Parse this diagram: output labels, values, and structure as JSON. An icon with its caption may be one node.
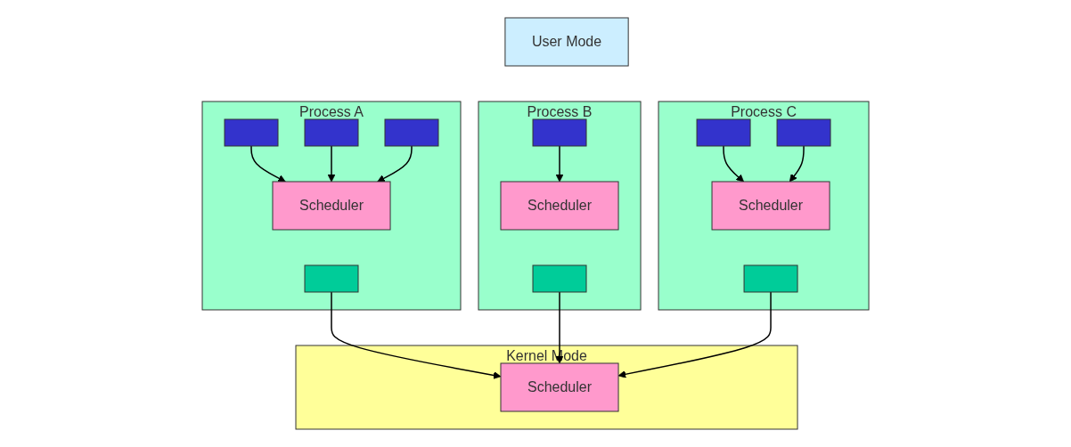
{
  "diagram": {
    "nodes": [
      {
        "text": [
          "User Mode"
        ]
      },
      {
        "text": [
          "Process A"
        ]
      },
      {
        "text": [],
        "shape": "bar",
        "in": 1
      },
      {
        "text": [],
        "shape": "bar",
        "in": 1
      },
      {
        "text": [],
        "shape": "bar",
        "in": 1
      },
      {
        "text": [
          "Scheduler"
        ],
        "in": 1
      },
      {
        "text": [],
        "shape": "bar",
        "in": 1
      },
      {
        "text": [
          "Process B"
        ]
      },
      {
        "text": [],
        "shape": "bar",
        "in": 7
      },
      {
        "text": [
          "Scheduler"
        ],
        "in": 7
      },
      {
        "text": [],
        "shape": "bar",
        "in": 7
      },
      {
        "text": [
          "Process C"
        ]
      },
      {
        "text": [],
        "shape": "bar",
        "in": 11
      },
      {
        "text": [],
        "shape": "bar",
        "in": 11
      },
      {
        "text": [
          "Scheduler"
        ],
        "in": 11
      },
      {
        "text": [],
        "shape": "bar",
        "in": 11
      },
      {
        "text": [
          "Kernel Mode"
        ]
      },
      {
        "text": [
          "Scheduler"
        ],
        "in": 16
      }
    ],
    "edges": [
      {
        "from": 2,
        "to": 5,
        "arrow": "to"
      },
      {
        "from": 3,
        "to": 5,
        "arrow": "to"
      },
      {
        "from": 4,
        "to": 5,
        "arrow": "to"
      },
      {
        "from": 8,
        "to": 9,
        "arrow": "to"
      },
      {
        "from": 12,
        "to": 14,
        "arrow": "to"
      },
      {
        "from": 13,
        "to": 14,
        "arrow": "to"
      },
      {
        "from": 6,
        "to": 17,
        "arrow": "to"
      },
      {
        "from": 10,
        "to": 17,
        "arrow": "to"
      },
      {
        "from": 15,
        "to": 17,
        "arrow": "to"
      }
    ]
  }
}
